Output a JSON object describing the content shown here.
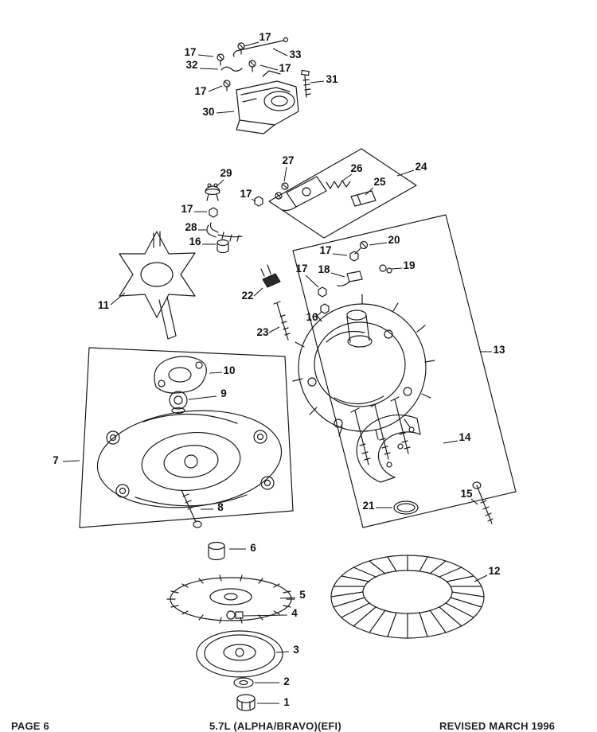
{
  "page": {
    "background": "#ffffff",
    "ink": "#1a1a1a"
  },
  "footer": {
    "page": "PAGE 6",
    "model": "5.7L (ALPHA/BRAVO)(EFI)",
    "revision": "REVISED MARCH 1996"
  },
  "callouts": {
    "1": "1",
    "2": "2",
    "3": "3",
    "4": "4",
    "5": "5",
    "6": "6",
    "7": "7",
    "8": "8",
    "9": "9",
    "10": "10",
    "11": "11",
    "12": "12",
    "13": "13",
    "14": "14",
    "15": "15",
    "16": "16",
    "17": "17",
    "18": "18",
    "19": "19",
    "20": "20",
    "21": "21",
    "22": "22",
    "23": "23",
    "24": "24",
    "25": "25",
    "26": "26",
    "27": "27",
    "28": "28",
    "29": "29",
    "30": "30",
    "31": "31",
    "32": "32",
    "33": "33"
  }
}
